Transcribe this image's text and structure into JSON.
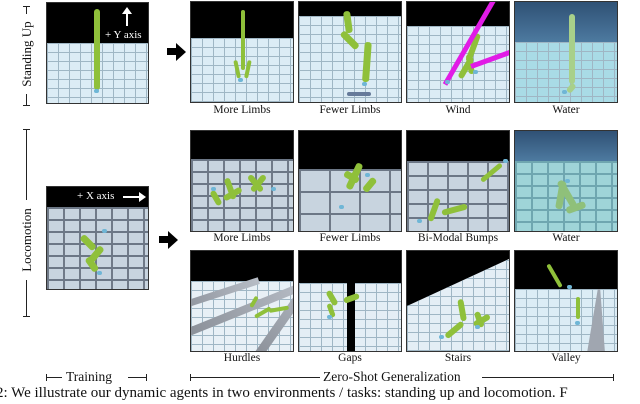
{
  "figure": {
    "row_labels": {
      "standing_up": "Standing Up",
      "locomotion": "Locomotion"
    },
    "training": {
      "standing_up": {
        "overlay": "+ Y axis",
        "overlay_icon": "arrow-up-icon"
      },
      "locomotion": {
        "overlay": "+ X axis",
        "overlay_icon": "arrow-right-icon"
      }
    },
    "standing_up_panels": [
      {
        "caption": "More Limbs"
      },
      {
        "caption": "Fewer Limbs"
      },
      {
        "caption": "Wind"
      },
      {
        "caption": "Water"
      }
    ],
    "locomotion_panels_row1": [
      {
        "caption": "More Limbs"
      },
      {
        "caption": "Fewer Limbs"
      },
      {
        "caption": "Bi-Modal Bumps"
      },
      {
        "caption": "Water"
      }
    ],
    "locomotion_panels_row2": [
      {
        "caption": "Hurdles"
      },
      {
        "caption": "Gaps"
      },
      {
        "caption": "Stairs"
      },
      {
        "caption": "Valley"
      }
    ],
    "bottom_labels": {
      "training": "Training",
      "zero_shot": "Zero-Shot Generalization"
    },
    "caption_fragment": "2:  We illustrate our dynamic agents in two environments / tasks: standing up and locomotion. F",
    "colors": {
      "agent": "#8fc03a",
      "wind": "#e11be6",
      "sky": "#000000",
      "floor": "#dcecf5",
      "water_sky": "#2f5175"
    }
  }
}
